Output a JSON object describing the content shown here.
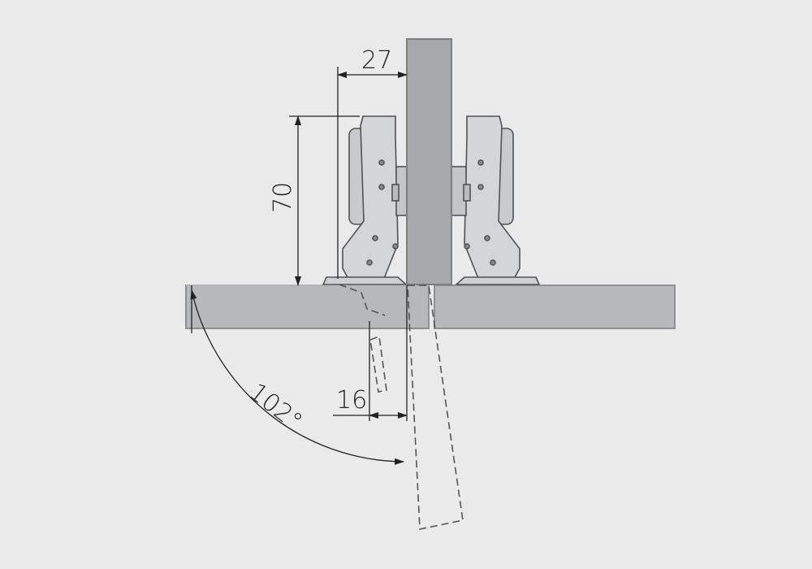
{
  "diagram": {
    "dimensions": {
      "width_top": "27",
      "height_left": "70",
      "offset_bottom": "16",
      "opening_angle": "102°"
    },
    "colors": {
      "background": "#eaeaea",
      "panel_fill": "#b7b8ba",
      "panel_edge": "#8f9093",
      "center_panel_fill": "#a7a8ab",
      "hinge_fill": "#d4d5d6",
      "hinge_stroke": "#505357",
      "line": "#222222",
      "dashed": "#555555"
    },
    "components": [
      "left-cabinet-side",
      "right-cabinet-side",
      "center-partition",
      "left-hinge",
      "right-hinge",
      "open-door-outline"
    ]
  }
}
